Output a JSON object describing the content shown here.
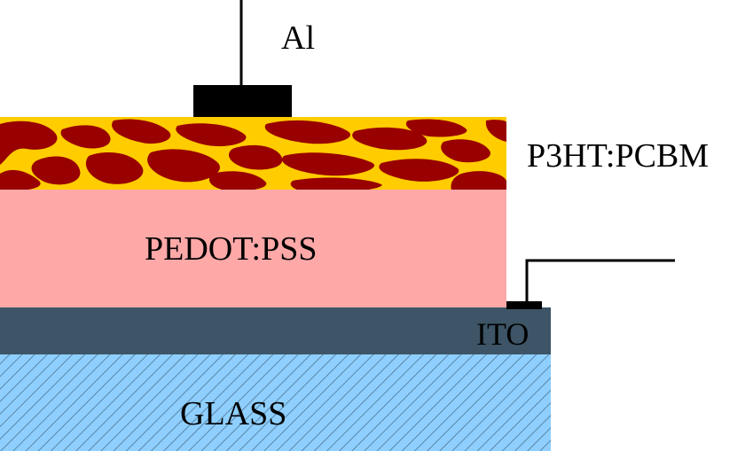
{
  "diagram": {
    "layers": {
      "active": {
        "label": "P3HT:PCBM",
        "color": "#FFCC00",
        "blob_color": "#990000"
      },
      "hole_transport": {
        "label": "PEDOT:PSS",
        "color": "#FFA8A8"
      },
      "anode": {
        "label": "ITO",
        "color": "#3D5566"
      },
      "substrate": {
        "label": "GLASS",
        "color": "#8ECFFF",
        "hatch_color": "#5A86A8"
      }
    },
    "cathode": {
      "label": "Al",
      "color": "#000000"
    },
    "wire_color": "#000000"
  }
}
